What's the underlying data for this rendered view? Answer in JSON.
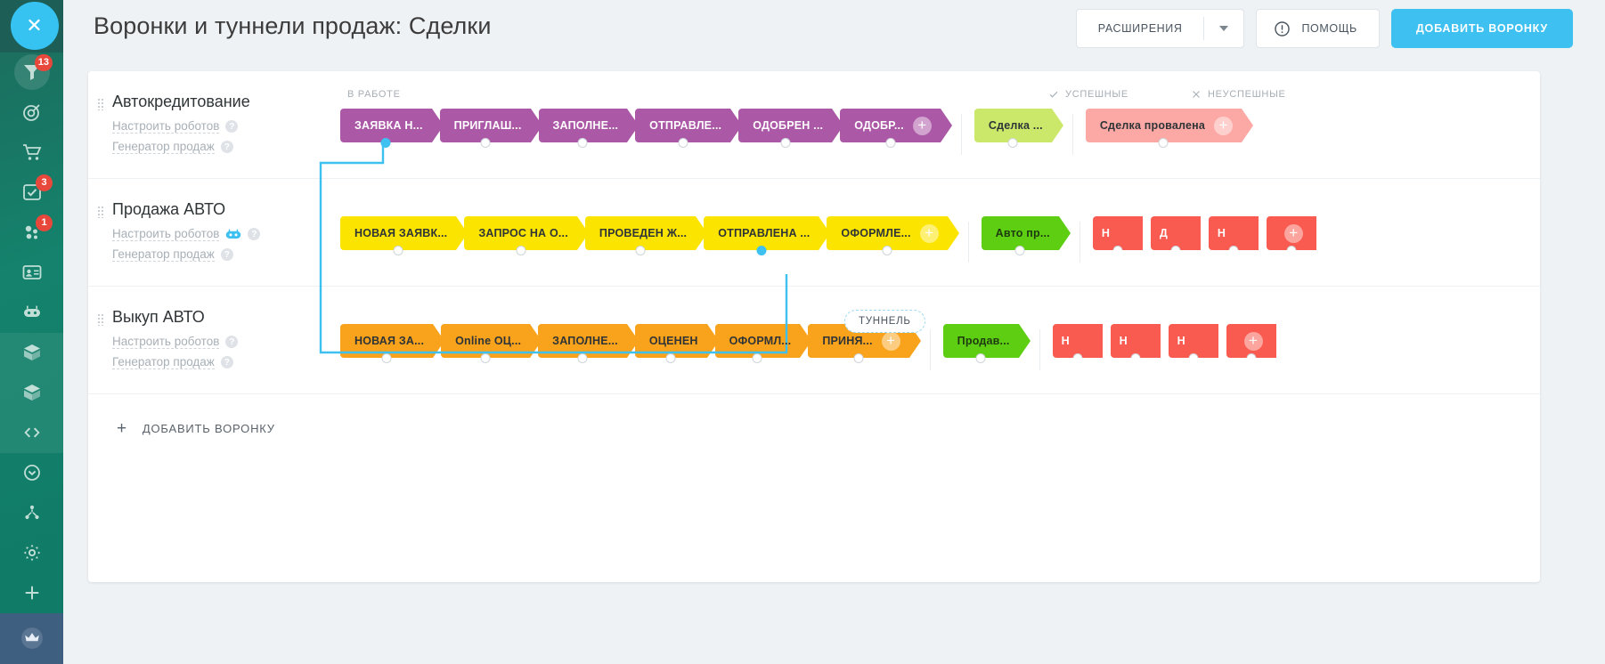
{
  "header": {
    "title": "Воронки и туннели продаж: Сделки",
    "extensions_label": "РАСШИРЕНИЯ",
    "help_label": "ПОМОЩЬ",
    "add_funnel_label": "ДОБАВИТЬ ВОРОНКУ",
    "accent_color": "#3ec1f0",
    "icons": {
      "caret": "chevron-down-icon",
      "help": "info-circle-icon"
    }
  },
  "rail": {
    "close_icon": "close-icon",
    "items": [
      {
        "icon": "funnel-icon",
        "badge": "13",
        "highlight": true
      },
      {
        "icon": "target-icon",
        "badge": ""
      },
      {
        "icon": "cart-icon",
        "badge": ""
      },
      {
        "icon": "tasks-check-icon",
        "badge": "3"
      },
      {
        "icon": "contacts-group-icon",
        "badge": "1"
      },
      {
        "icon": "id-card-icon",
        "badge": ""
      },
      {
        "icon": "robot-icon",
        "badge": ""
      },
      {
        "icon": "box-icon",
        "badge": ""
      },
      {
        "icon": "box-icon",
        "badge": ""
      },
      {
        "icon": "code-icon",
        "badge": ""
      },
      {
        "icon": "chevron-down-circle-icon",
        "badge": ""
      },
      {
        "icon": "sitemap-icon",
        "badge": ""
      },
      {
        "icon": "gear-icon",
        "badge": ""
      },
      {
        "icon": "plus-icon",
        "badge": ""
      }
    ],
    "bottom_icon": "crown-icon"
  },
  "columns": {
    "in_progress": "В РАБОТЕ",
    "success": "УСПЕШНЫЕ",
    "fail": "НЕУСПЕШНЫЕ",
    "success_icon": "check-icon",
    "fail_icon": "cross-icon"
  },
  "funnels": [
    {
      "name": "Автокредитование",
      "robots_label": "Настроить роботов",
      "generator_label": "Генератор продаж",
      "has_robot_badge": false,
      "stage_color": "c-purple",
      "stages": [
        {
          "label": "ЗАЯВКА Н...",
          "knob": "on",
          "plus": false
        },
        {
          "label": "ПРИГЛАШ...",
          "knob": "off",
          "plus": false
        },
        {
          "label": "ЗАПОЛНЕ...",
          "knob": "off",
          "plus": false
        },
        {
          "label": "ОТПРАВЛЕ...",
          "knob": "off",
          "plus": false
        },
        {
          "label": "ОДОБРЕН ...",
          "knob": "off",
          "plus": false
        },
        {
          "label": "ОДОБР...",
          "knob": "off",
          "plus": true
        }
      ],
      "success": [
        {
          "label": "Сделка ...",
          "color": "c-lgreen",
          "knob": "off",
          "plus": false
        }
      ],
      "fail": [
        {
          "label": "Сделка провалена",
          "color": "c-pink",
          "knob": "off",
          "plus": true
        }
      ]
    },
    {
      "name": "Продажа АВТО",
      "robots_label": "Настроить роботов",
      "generator_label": "Генератор продаж",
      "has_robot_badge": true,
      "stage_color": "c-yellow",
      "stages": [
        {
          "label": "НОВАЯ ЗАЯВК...",
          "knob": "off",
          "plus": false
        },
        {
          "label": "ЗАПРОС НА О...",
          "knob": "off",
          "plus": false
        },
        {
          "label": "ПРОВЕДЕН Ж...",
          "knob": "off",
          "plus": false
        },
        {
          "label": "ОТПРАВЛЕНА ...",
          "knob": "on",
          "plus": false
        },
        {
          "label": "ОФОРМЛЕ...",
          "knob": "off",
          "plus": true
        }
      ],
      "success": [
        {
          "label": "Авто пр...",
          "color": "c-green",
          "knob": "off",
          "plus": false
        }
      ],
      "fail": [
        {
          "label": "Н",
          "color": "c-red",
          "knob": "off",
          "plus": false,
          "narrow": true
        },
        {
          "label": "Д",
          "color": "c-red",
          "knob": "off",
          "plus": false,
          "narrow": true
        },
        {
          "label": "Н",
          "color": "c-red",
          "knob": "off",
          "plus": false,
          "narrow": true
        },
        {
          "label": "",
          "color": "c-red",
          "knob": "off",
          "plus": true,
          "narrow": true
        }
      ]
    },
    {
      "name": "Выкуп АВТО",
      "robots_label": "Настроить роботов",
      "generator_label": "Генератор продаж",
      "has_robot_badge": false,
      "stage_color": "c-orange",
      "stages": [
        {
          "label": "НОВАЯ ЗА...",
          "knob": "off",
          "plus": false
        },
        {
          "label": "Online ОЦ...",
          "knob": "off",
          "plus": false
        },
        {
          "label": "ЗАПОЛНЕ...",
          "knob": "off",
          "plus": false
        },
        {
          "label": "ОЦЕНЕН",
          "knob": "off",
          "plus": false
        },
        {
          "label": "ОФОРМЛ...",
          "knob": "off",
          "plus": false
        },
        {
          "label": "ПРИНЯ...",
          "knob": "off",
          "plus": true
        }
      ],
      "success": [
        {
          "label": "Продав...",
          "color": "c-green",
          "knob": "off",
          "plus": false
        }
      ],
      "fail": [
        {
          "label": "Н",
          "color": "c-red",
          "knob": "off",
          "plus": false,
          "narrow": true
        },
        {
          "label": "Н",
          "color": "c-red",
          "knob": "off",
          "plus": false,
          "narrow": true
        },
        {
          "label": "Н",
          "color": "c-red",
          "knob": "off",
          "plus": false,
          "narrow": true
        },
        {
          "label": "",
          "color": "c-red",
          "knob": "off",
          "plus": true,
          "narrow": true
        }
      ]
    }
  ],
  "tunnel": {
    "label": "ТУННЕЛЬ",
    "line_color": "#3ec1f0"
  },
  "footer": {
    "add_funnel_label": "ДОБАВИТЬ ВОРОНКУ",
    "plus_icon": "plus-icon"
  }
}
